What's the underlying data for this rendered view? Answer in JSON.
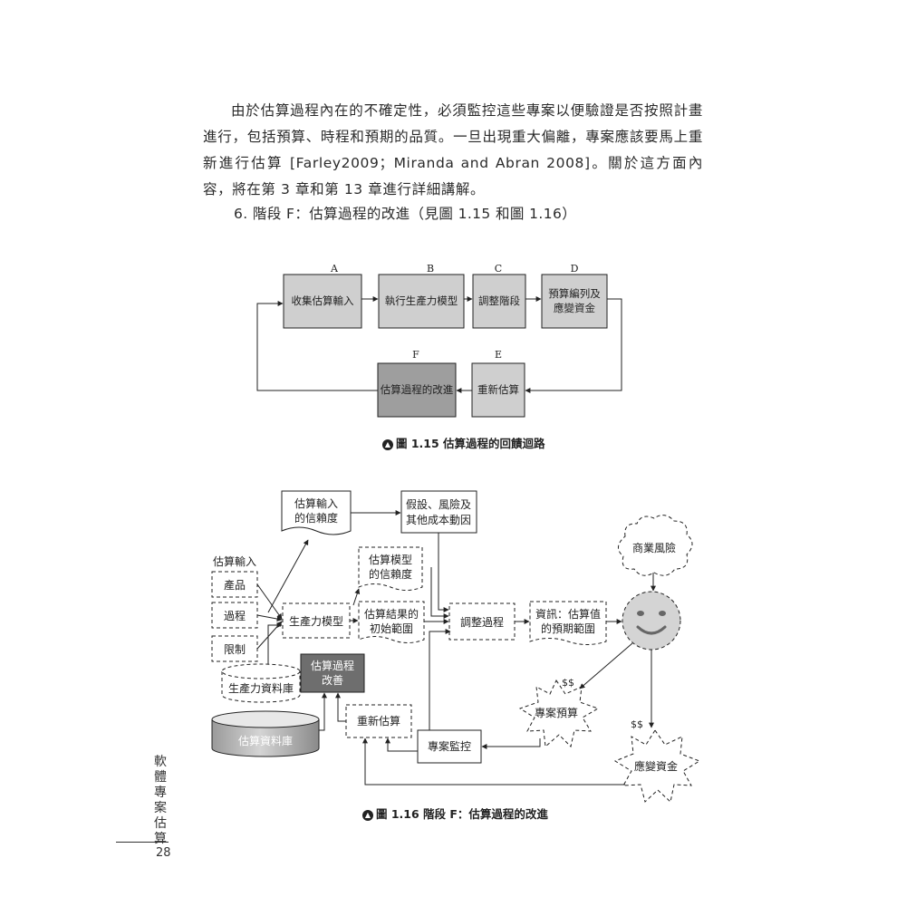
{
  "body_text": {
    "paragraph": "由於估算過程內在的不確定性，必須監控這些專案以便驗證是否按照計畫進行，包括預算、時程和預期的品質。一旦出現重大偏離，專案應該要馬上重新進行估算 [Farley2009；Miranda and Abran 2008]。關於這方面內容，將在第 3 章和第 13 章進行詳細講解。",
    "heading": "6. 階段 F：估算過程的改進（見圖 1.15 和圖 1.16）"
  },
  "figure_15": {
    "letters": {
      "a": "A",
      "b": "B",
      "c": "C",
      "d": "D",
      "e": "E",
      "f": "F"
    },
    "boxes": {
      "a": "收集估算輸入",
      "b": "執行生產力模型",
      "c": "調整階段",
      "d_line1": "預算編列及",
      "d_line2": "應變資金",
      "e": "重新估算",
      "f": "估算過程的改進"
    },
    "caption": "圖 1.15 估算過程的回饋迴路"
  },
  "figure_16": {
    "nodes": {
      "input_confidence_1": "估算輸入",
      "input_confidence_2": "的信賴度",
      "assumptions_1": "假設、風險及",
      "assumptions_2": "其他成本動因",
      "estimate_inputs": "估算輸入",
      "product": "產品",
      "process": "過程",
      "constraints": "限制",
      "model_confidence_1": "估算模型",
      "model_confidence_2": "的信賴度",
      "productivity_model": "生產力模型",
      "initial_range_1": "估算結果的",
      "initial_range_2": "初始範圍",
      "adjustment_process": "調整過程",
      "info_range_1": "資訊：估算值",
      "info_range_2": "的預期範圍",
      "business_risk": "商業風險",
      "productivity_db": "生產力資料庫",
      "improvement_1": "估算過程",
      "improvement_2": "改善",
      "re_estimate": "重新估算",
      "estimation_db": "估算資料庫",
      "project_monitoring": "專案監控",
      "project_budget": "專案預算",
      "contingency": "應變資金",
      "dollar_budget": "$$",
      "dollar_contingency": "$$"
    },
    "caption": "圖 1.16 階段 F：估算過程的改進"
  },
  "side_title": "軟體專案估算",
  "page_number": "28"
}
